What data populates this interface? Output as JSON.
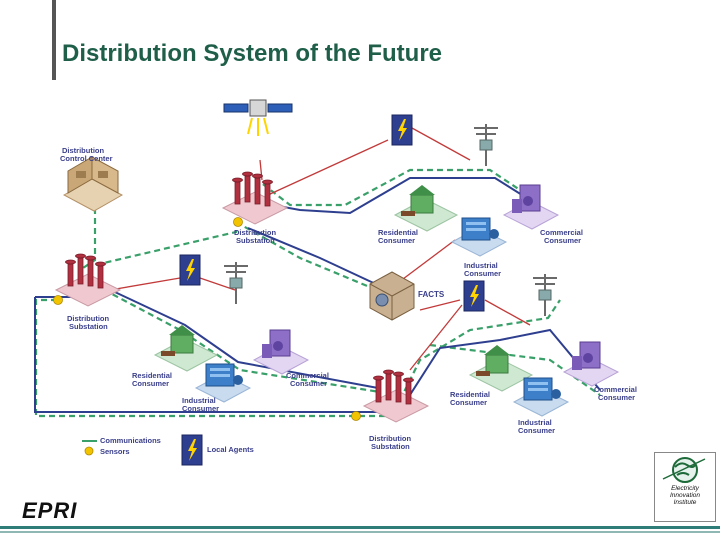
{
  "title": "Distribution System of the Future",
  "labels": {
    "control_center_1": "Distribution",
    "control_center_2": "Control Center",
    "substation_top_1": "Distribution",
    "substation_top_2": "Substation",
    "substation_left_1": "Distribution",
    "substation_left_2": "Substation",
    "substation_bottom_1": "Distribution",
    "substation_bottom_2": "Substation",
    "residential_1a": "Residential",
    "residential_1b": "Consumer",
    "industrial_1a": "Industrial",
    "industrial_1b": "Consumer",
    "commercial_1a": "Commercial",
    "commercial_1b": "Consumer",
    "residential_2a": "Residential",
    "residential_2b": "Consumer",
    "industrial_2a": "Industrial",
    "industrial_2b": "Consumer",
    "commercial_2a": "Commercial",
    "commercial_2b": "Consumer",
    "residential_3a": "Residential",
    "residential_3b": "Consumer",
    "industrial_3a": "Industrial",
    "industrial_3b": "Consumer",
    "commercial_3a": "Commercial",
    "commercial_3b": "Consumer",
    "facts": "FACTS"
  },
  "legend": {
    "communications": "Communications",
    "sensors": "Sensors",
    "local_agents": "Local Agents"
  },
  "footer": {
    "epri_logo": "EPRI",
    "eri_line1": "Electricity",
    "eri_line2": "Innovation",
    "eri_line3": "Institute"
  },
  "colors": {
    "title": "#1f5f4a",
    "communications_line": "#3aa06a",
    "power_line": "#2e3f8f",
    "signal_line": "#c23a3a",
    "sensor": "#f2c400",
    "label": "#3a3f8a"
  }
}
